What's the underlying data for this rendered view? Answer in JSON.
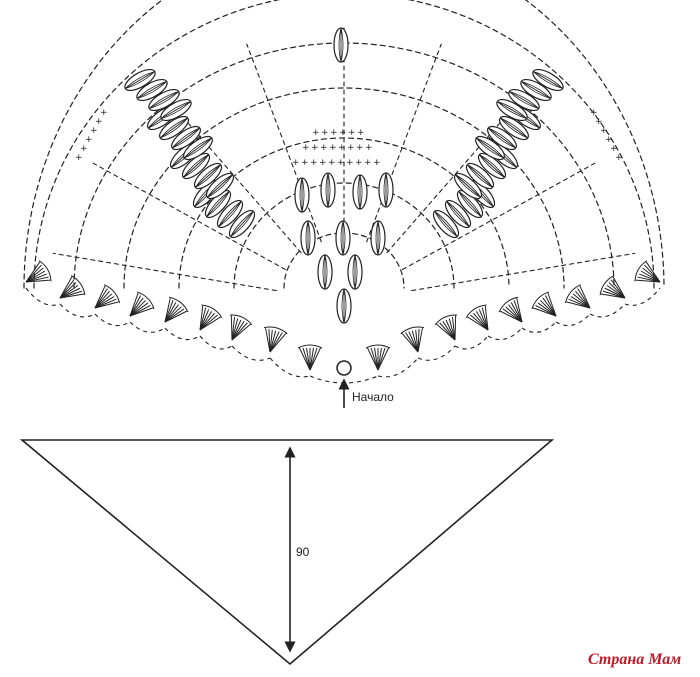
{
  "chart": {
    "start_label": "Начало"
  },
  "schematic": {
    "height_label": "90"
  },
  "watermark": {
    "text": "Страна Мам"
  },
  "colors": {
    "ink": "#222222",
    "watermark": "#c4182a"
  }
}
